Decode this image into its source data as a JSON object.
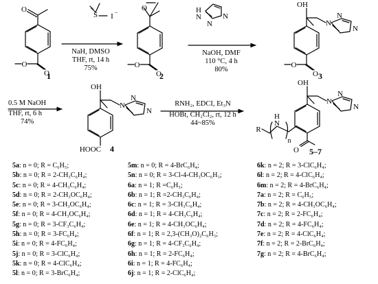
{
  "compounds": [
    "1",
    "2",
    "3",
    "4",
    "5–7"
  ],
  "atoms": {
    "O": "O",
    "H": "H",
    "N": "N",
    "S": "S",
    "OH": "OH",
    "HOOC": "HOOC",
    "I": "I",
    "Rn": "R",
    "n": "n"
  },
  "steps": {
    "s1": {
      "lines": [
        "NaH, DMSO",
        "THF, rt, 14 h",
        "75%"
      ]
    },
    "s2": {
      "lines": [
        "NaOH, DMF",
        "110 °C, 4 h",
        "80%"
      ]
    },
    "s3": {
      "lines": [
        "0.5 M NaOH",
        "THF, rt, 6 h",
        "74%"
      ]
    },
    "s4": {
      "lines": [
        "RNH₂, EDCI, Et₃N",
        "HOBt, CH₂Cl₂, rt, 12 h",
        "44~85%"
      ]
    }
  },
  "derivatives": {
    "col1": [
      {
        "id": "5a",
        "desc": ": n = 0; R = C₆H₅;"
      },
      {
        "id": "5b",
        "desc": ": n = 0; R = 2-CH₃C₆H₄;"
      },
      {
        "id": "5c",
        "desc": ": n = 0; R = 4-CH₃C₆H₄;"
      },
      {
        "id": "5d",
        "desc": ": n = 0; R = 2-CH₃OC₆H₄;"
      },
      {
        "id": "5e",
        "desc": ": n = 0; R = 3-CH₃OC₆H₄;"
      },
      {
        "id": "5f",
        "desc": ": n = 0; R = 4-CH₃OC₆H₄;"
      },
      {
        "id": "5g",
        "desc": ": n = 0; R = 3-CF₃C₆H₄;"
      },
      {
        "id": "5h",
        "desc": ": n = 0; R = 3-FC₆H₄;"
      },
      {
        "id": "5i",
        "desc": ": n = 0; R = 4-FC₆H₄;"
      },
      {
        "id": "5j",
        "desc": ": n = 0; R = 3-ClC₆H₄;"
      },
      {
        "id": "5k",
        "desc": ": n = 0; R = 4-ClC₆H₄;"
      },
      {
        "id": "5l",
        "desc": ": n = 0; R = 3-BrC₆H₄;"
      }
    ],
    "col2": [
      {
        "id": "5m",
        "desc": ": n = 0; R = 4-BrC₆H₄;"
      },
      {
        "id": "5n",
        "desc": ": n = 0; R = 3-Cl-4-CH₃OC₆H₃;"
      },
      {
        "id": "6a",
        "desc": ": n = 1; R =C₆H₅;"
      },
      {
        "id": "6b",
        "desc": ": n = 1; R =2-CH₃C₆H₄;"
      },
      {
        "id": "6c",
        "desc": ": n = 1; R = 3-CH₃C₆H₄;"
      },
      {
        "id": "6d",
        "desc": ": n = 1; R = 4-CH₃C₆H₄;"
      },
      {
        "id": "6e",
        "desc": ": n = 1; R = 4-CH₃OC₆H₄;"
      },
      {
        "id": "6f",
        "desc": ": n = 1; R = 2,3-(CH₃O)₂C₆H₃;"
      },
      {
        "id": "6g",
        "desc": ": n = 1; R = 4-CF₃C₆H₄;"
      },
      {
        "id": "6h",
        "desc": ": n = 1; R = 2-FC₆H₄;"
      },
      {
        "id": "6i",
        "desc": ": n = 1; R = 4-FC₆H₄;"
      },
      {
        "id": "6j",
        "desc": ": n = 1; R = 2-ClC₆H₄;"
      }
    ],
    "col3": [
      {
        "id": "6k",
        "desc": ": n = 2; R = 3-ClC₆H₄;"
      },
      {
        "id": "6l",
        "desc": ": n = 2; R = 4-ClC₆H₄;"
      },
      {
        "id": "6m",
        "desc": ": n = 2; R = 4-BrC₆H₄;"
      },
      {
        "id": "7a",
        "desc": ": n = 2; R = C₆H₅;"
      },
      {
        "id": "7b",
        "desc": ": n = 2; R = 4-CH₃OC₆H₄;"
      },
      {
        "id": "7c",
        "desc": ": n = 2; R = 2-FC₆H₄;"
      },
      {
        "id": "7d",
        "desc": ": n = 2; R = 4-FC₆H₄;"
      },
      {
        "id": "7e",
        "desc": ": n = 2; R = 4-ClC₆H₄;"
      },
      {
        "id": "7f",
        "desc": ": n = 2; R = 2-BrC₆H₄;"
      },
      {
        "id": "7g",
        "desc": ": n = 2; R = 4-BrC₆H₄;"
      }
    ]
  }
}
